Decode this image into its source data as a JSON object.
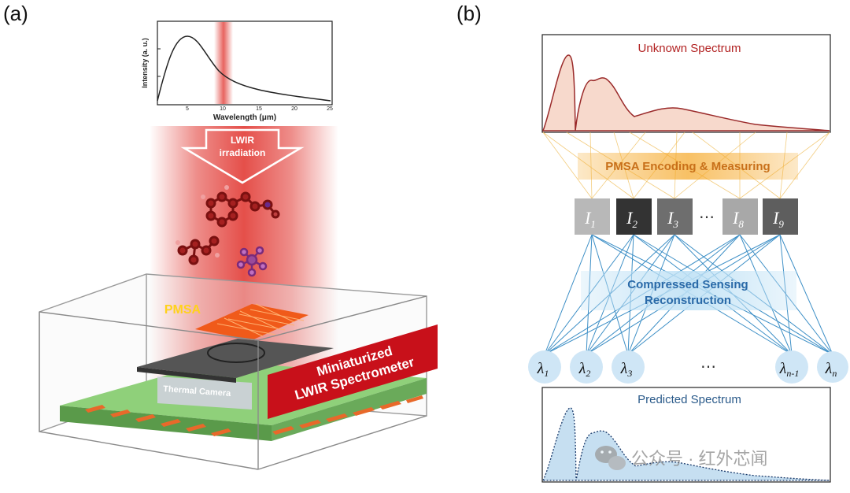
{
  "panel_a": {
    "label": "(a)",
    "inset_chart": {
      "ylabel": "Intensity (a. u.)",
      "xlabel": "Wavelength (μm)",
      "xticks": [
        "5",
        "10",
        "15",
        "20",
        "25"
      ]
    },
    "arrow_label_line1": "LWIR",
    "arrow_label_line2": "irradiation",
    "pmsa_label": "PMSA",
    "camera_label": "Thermal Camera",
    "banner_line1": "Miniaturized",
    "banner_line2": "LWIR Spectrometer",
    "colors": {
      "beam": "#e0302a",
      "banner": "#c8101a",
      "pmsa": "#f05a1a",
      "board": "#8fd07a",
      "pmsa_text": "#ffd21a"
    }
  },
  "panel_b": {
    "label": "(b)",
    "unknown_title": "Unknown Spectrum",
    "encoding_label": "PMSA Encoding & Measuring",
    "measurements": [
      {
        "sym": "I",
        "sub": "1",
        "color": "#b8b8b8"
      },
      {
        "sym": "I",
        "sub": "2",
        "color": "#333333"
      },
      {
        "sym": "I",
        "sub": "3",
        "color": "#6e6e6e"
      },
      {
        "sym": "I",
        "sub": "8",
        "color": "#a8a8a8"
      },
      {
        "sym": "I",
        "sub": "9",
        "color": "#5e5e5e"
      }
    ],
    "ellipsis": "⋯",
    "cs_line1": "Compressed Sensing",
    "cs_line2": "Reconstruction",
    "lambdas": [
      {
        "sym": "λ",
        "sub": "1"
      },
      {
        "sym": "λ",
        "sub": "2"
      },
      {
        "sym": "λ",
        "sub": "3"
      },
      {
        "sym": "λ",
        "sub": "n-1"
      },
      {
        "sym": "λ",
        "sub": "n"
      }
    ],
    "lambda_ellipsis": "⋯",
    "predicted_title": "Predicted Spectrum",
    "colors": {
      "unknown": "#b22222",
      "encoding": "#f5a623",
      "cs": "#2a7ab8",
      "lines": "#3d8fc6"
    }
  },
  "watermark": "公众号 · 红外芯闻"
}
